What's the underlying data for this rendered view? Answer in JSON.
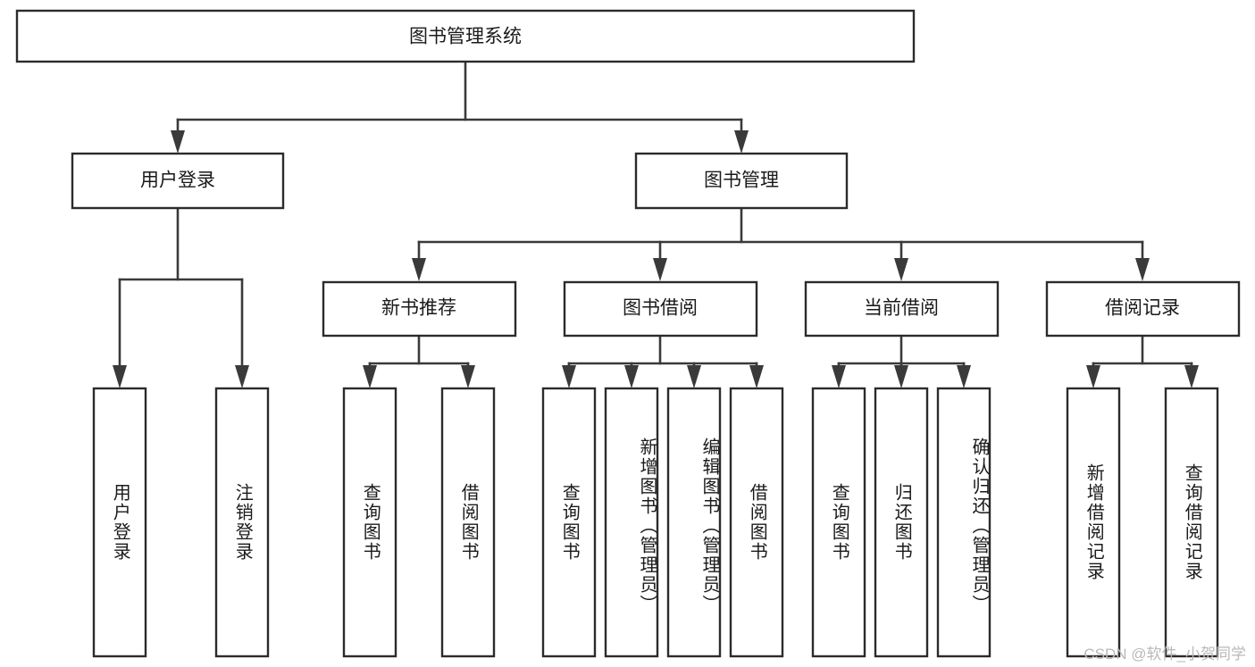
{
  "diagram": {
    "type": "tree-hierarchy",
    "title": "图书管理系统",
    "root": {
      "id": "root",
      "label": "图书管理系统"
    },
    "level2": [
      {
        "id": "user-login",
        "label": "用户登录"
      },
      {
        "id": "book-manage",
        "label": "图书管理"
      }
    ],
    "level3": [
      {
        "id": "new-book-recommend",
        "label": "新书推荐",
        "parent": "book-manage"
      },
      {
        "id": "book-borrow",
        "label": "图书借阅",
        "parent": "book-manage"
      },
      {
        "id": "current-borrow",
        "label": "当前借阅",
        "parent": "book-manage"
      },
      {
        "id": "borrow-record",
        "label": "借阅记录",
        "parent": "book-manage"
      }
    ],
    "leaves": [
      {
        "id": "leaf-user-login",
        "label": "用户登录",
        "parent": "user-login"
      },
      {
        "id": "leaf-logout-login",
        "label": "注销登录",
        "parent": "user-login"
      },
      {
        "id": "leaf-query-book-1",
        "label": "查询图书",
        "parent": "new-book-recommend"
      },
      {
        "id": "leaf-borrow-book-1",
        "label": "借阅图书",
        "parent": "new-book-recommend"
      },
      {
        "id": "leaf-query-book-2",
        "label": "查询图书",
        "parent": "book-borrow"
      },
      {
        "id": "leaf-add-book",
        "label": "新增图书（管理员）",
        "parent": "book-borrow"
      },
      {
        "id": "leaf-edit-book",
        "label": "编辑图书（管理员）",
        "parent": "book-borrow"
      },
      {
        "id": "leaf-borrow-book-2",
        "label": "借阅图书",
        "parent": "book-borrow"
      },
      {
        "id": "leaf-query-book-3",
        "label": "查询图书",
        "parent": "current-borrow"
      },
      {
        "id": "leaf-return-book",
        "label": "归还图书",
        "parent": "current-borrow"
      },
      {
        "id": "leaf-confirm-return",
        "label": "确认归还（管理员）",
        "parent": "current-borrow"
      },
      {
        "id": "leaf-add-borrow-record",
        "label": "新增借阅记录",
        "parent": "borrow-record"
      },
      {
        "id": "leaf-query-borrow-record",
        "label": "查询借阅记录",
        "parent": "borrow-record"
      }
    ],
    "colors": {
      "box_fill": "#ffffff",
      "box_stroke": "#2b2b2b",
      "connector": "#3a3a3a",
      "text": "#1a1a1a",
      "watermark": "#b9b9b9",
      "background": "#ffffff"
    }
  },
  "watermark": {
    "text": "CSDN @软件_小贺同学"
  }
}
